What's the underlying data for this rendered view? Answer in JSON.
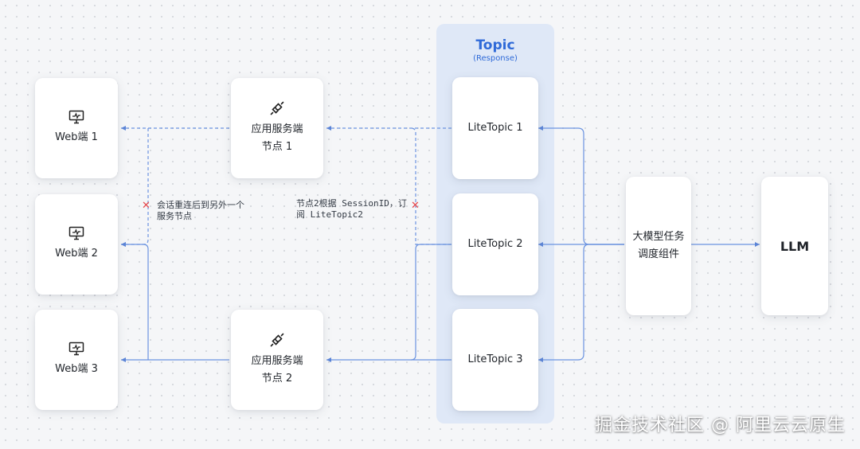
{
  "topic": {
    "title": "Topic",
    "subtitle": "(Response)"
  },
  "web_clients": [
    {
      "label": "Web端 1"
    },
    {
      "label": "Web端 2"
    },
    {
      "label": "Web端 3"
    }
  ],
  "app_nodes": [
    {
      "line1": "应用服务端",
      "line2": "节点 1"
    },
    {
      "line1": "应用服务端",
      "line2": "节点 2"
    }
  ],
  "lite_topics": [
    {
      "label": "LiteTopic 1"
    },
    {
      "label": "LiteTopic 2"
    },
    {
      "label": "LiteTopic 3"
    }
  ],
  "scheduler": {
    "line1": "大模型任务",
    "line2": "调度组件"
  },
  "llm": {
    "label": "LLM"
  },
  "notes": {
    "reconnect": "会话重连后到另外一个\n服务节点",
    "subscribe": "节点2根据 SessionID，订\n阅 LiteTopic2"
  },
  "watermark": "掘金技术社区 @ 阿里云云原生",
  "colors": {
    "accent": "#2f6ad8",
    "line": "#6b93e0",
    "panel": "#dfe8f7",
    "cross": "#e5484d"
  },
  "icons": {
    "web_client": "monitor-icon",
    "app_node": "plug-icon"
  }
}
